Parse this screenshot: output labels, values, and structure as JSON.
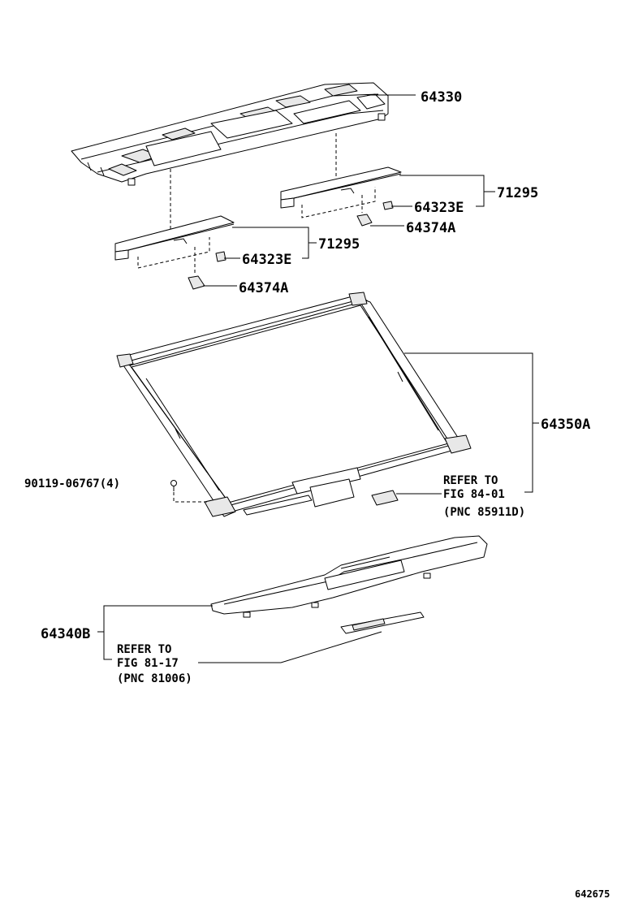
{
  "labels": {
    "p64330": "64330",
    "p71295_right": "71295",
    "p64323e_right": "64323E",
    "p64374a_right": "64374A",
    "p71295_left": "71295",
    "p64323e_left": "64323E",
    "p64374a_left": "64374A",
    "p64350a": "64350A",
    "p90119": "90119-06767(4)",
    "p64340b": "64340B"
  },
  "refs": {
    "ref1_line1": "REFER TO",
    "ref1_line2": "FIG 84-01",
    "ref1_line3": "(PNC 85911D)",
    "ref2_line1": "REFER TO",
    "ref2_line2": "FIG 81-17",
    "ref2_line3": "(PNC 81006)"
  },
  "figure_id": "642675"
}
